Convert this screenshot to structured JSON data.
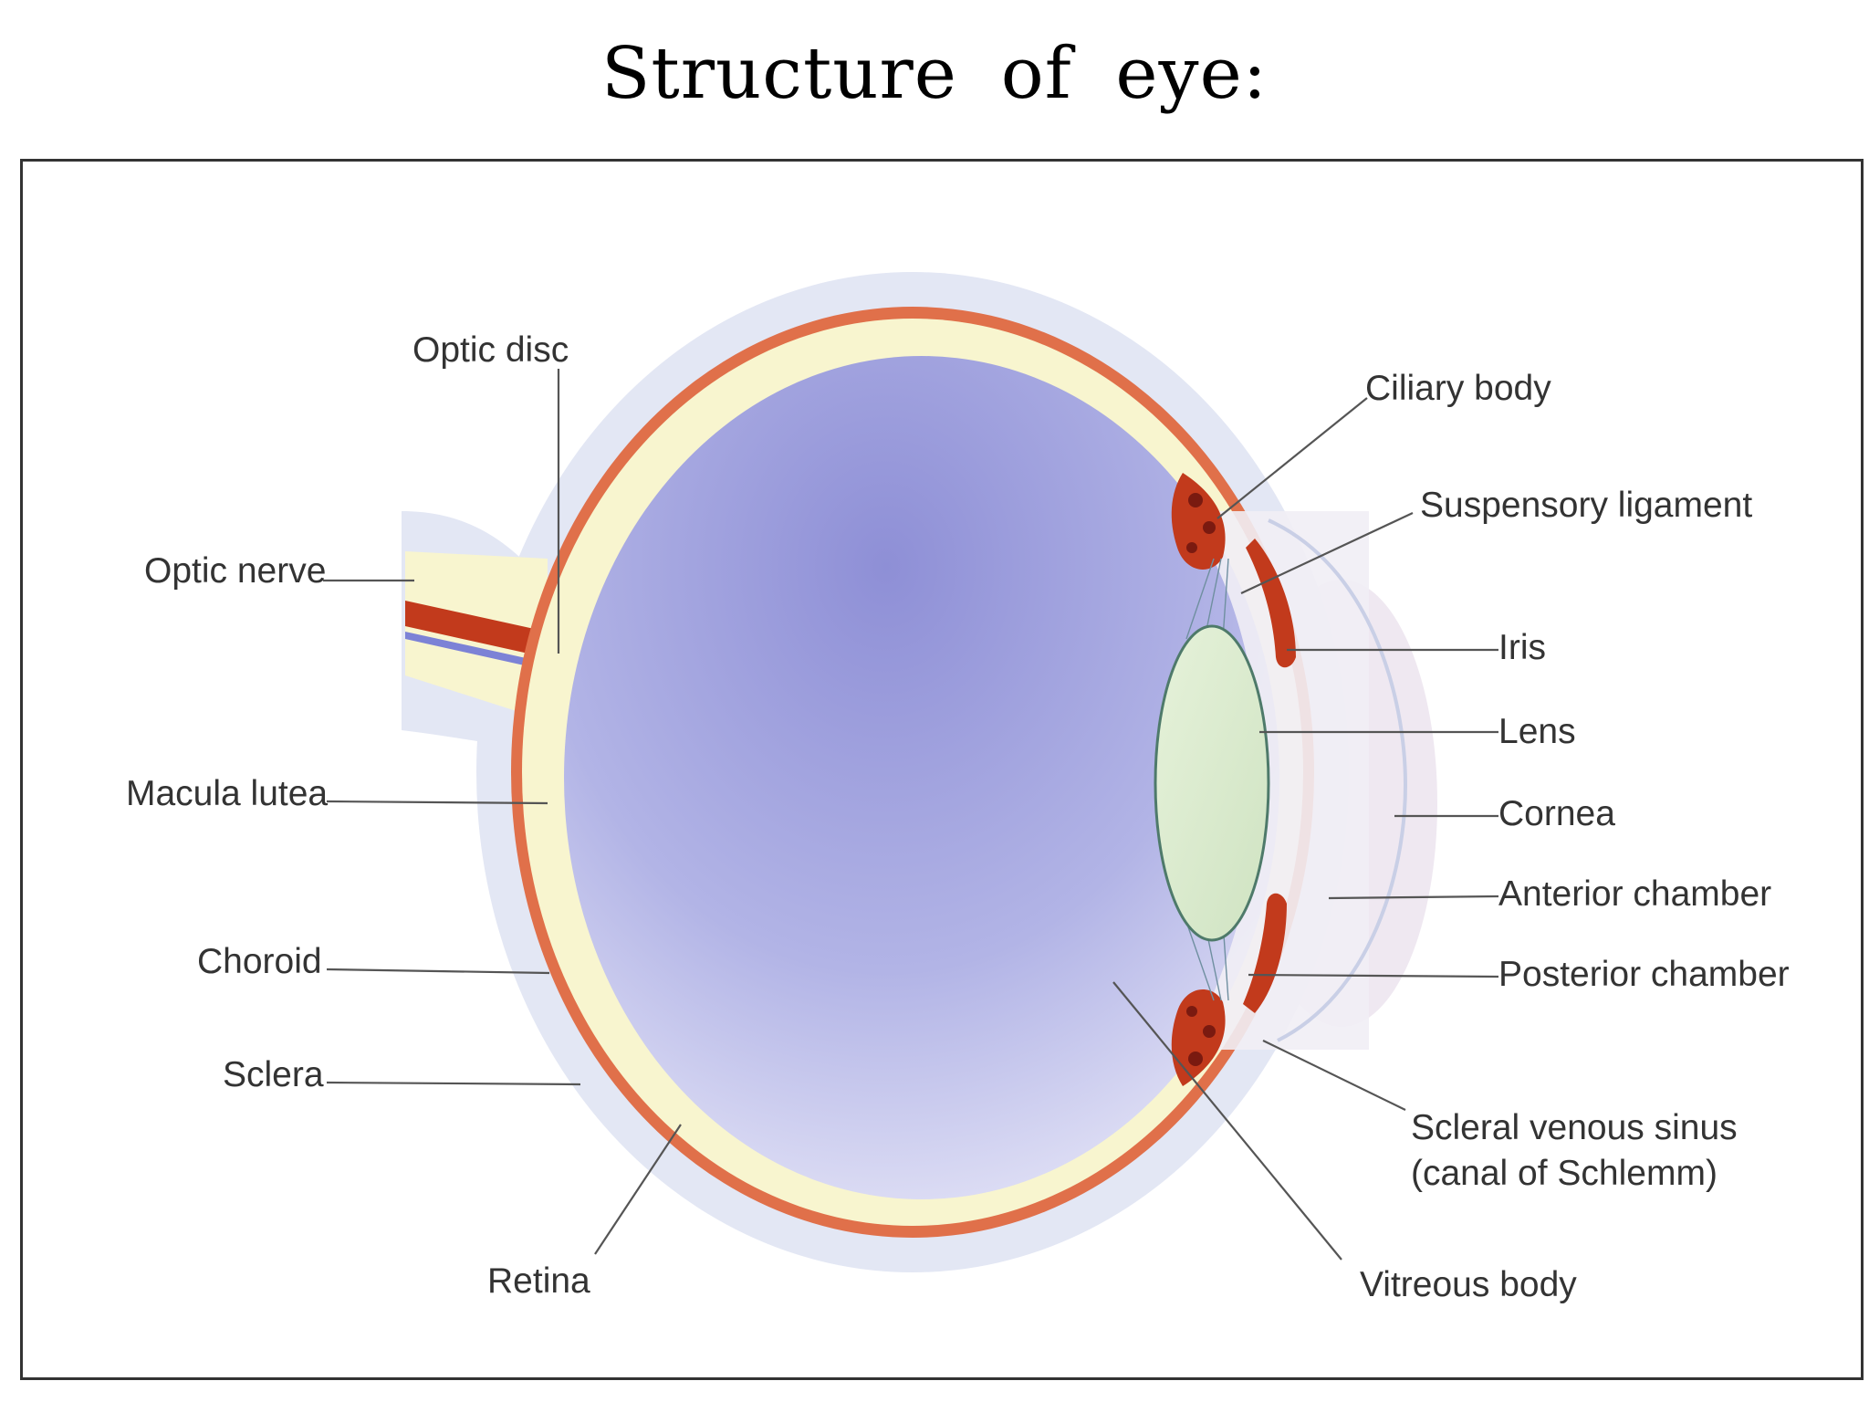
{
  "title": "Structure of eye:",
  "labels": {
    "optic_disc": "Optic disc",
    "optic_nerve": "Optic nerve",
    "macula_lutea": "Macula lutea",
    "choroid": "Choroid",
    "sclera": "Sclera",
    "retina": "Retina",
    "ciliary_body": "Ciliary body",
    "suspensory_ligament": "Suspensory ligament",
    "iris": "Iris",
    "lens": "Lens",
    "cornea": "Cornea",
    "anterior_chamber": "Anterior chamber",
    "posterior_chamber": "Posterior chamber",
    "scleral_venous_sinus_1": "Scleral venous sinus",
    "scleral_venous_sinus_2": "(canal of Schlemm)",
    "vitreous_body": "Vitreous body"
  },
  "colors": {
    "sclera": "#e3e7f4",
    "choroid": "#e0704a",
    "retina": "#f8f5cf",
    "vitreous": "#a6a8e0",
    "lens": "#dceccf",
    "iris": "#c23a1c",
    "leader": "#555555"
  }
}
